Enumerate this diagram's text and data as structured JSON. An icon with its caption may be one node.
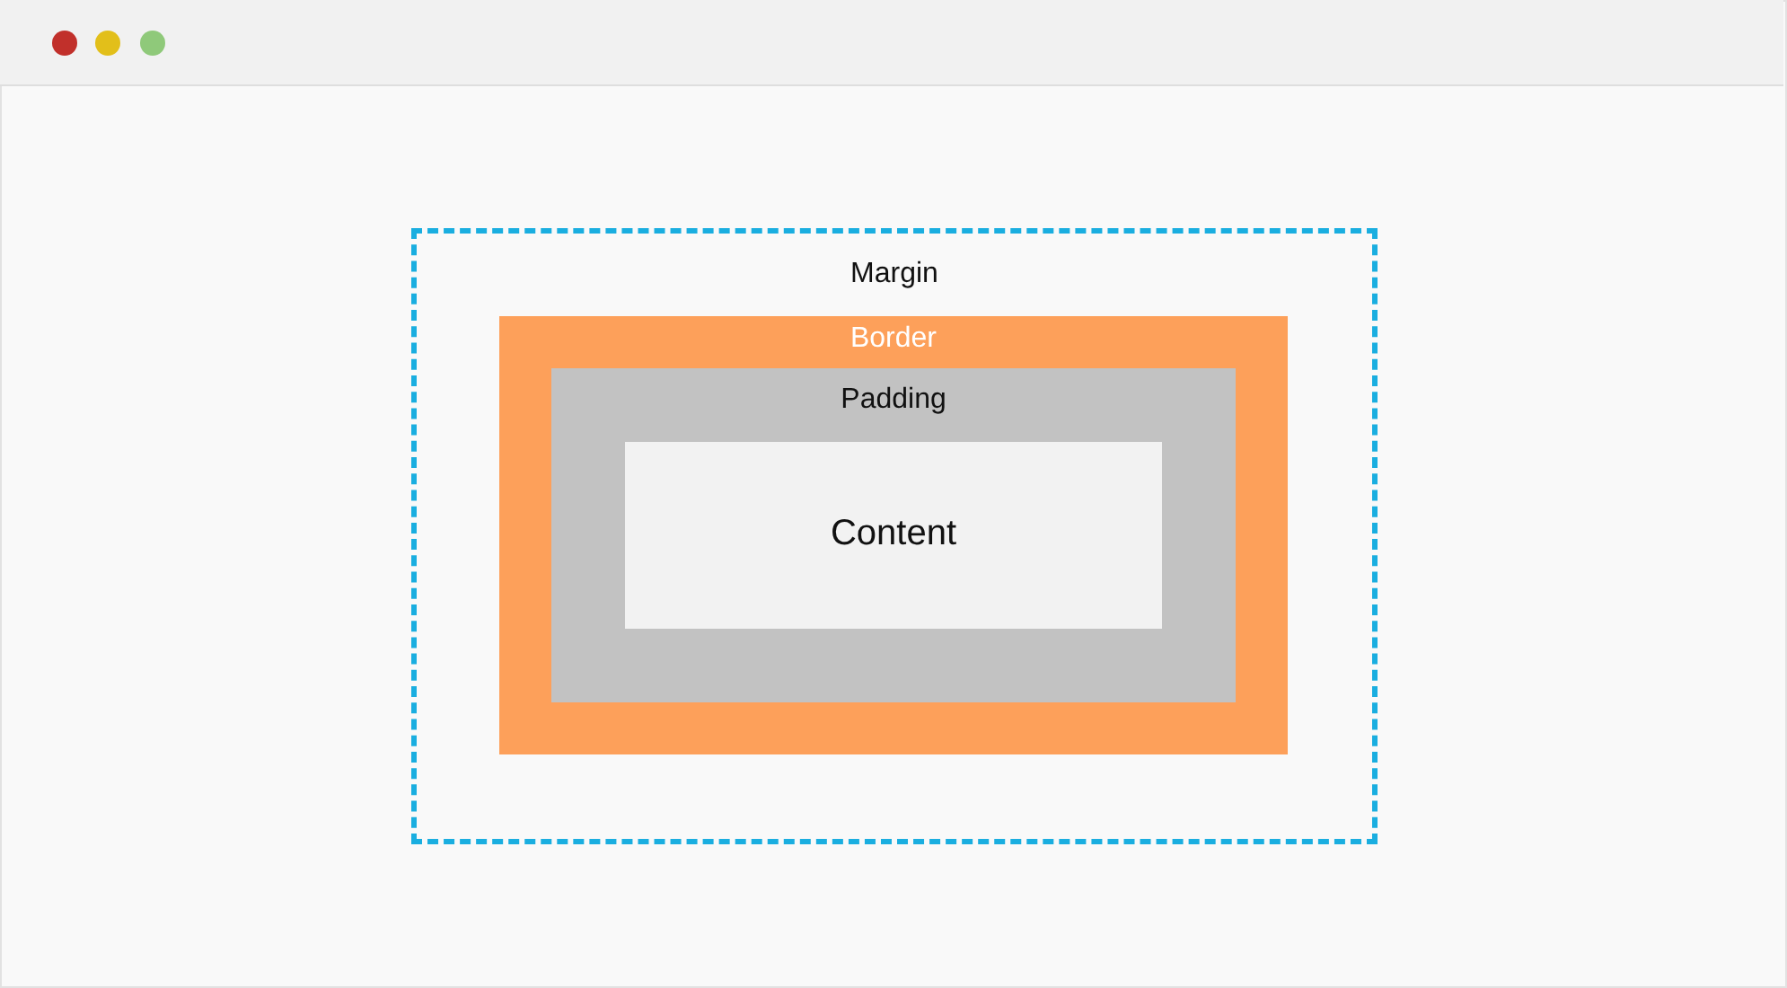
{
  "diagram": {
    "nodes": [
      {
        "text": [
          "Margin"
        ]
      },
      {
        "text": [
          "Border"
        ],
        "in": 0
      },
      {
        "text": [
          "Padding"
        ],
        "in": 1
      },
      {
        "text": [
          "Content"
        ],
        "in": 2
      }
    ]
  }
}
